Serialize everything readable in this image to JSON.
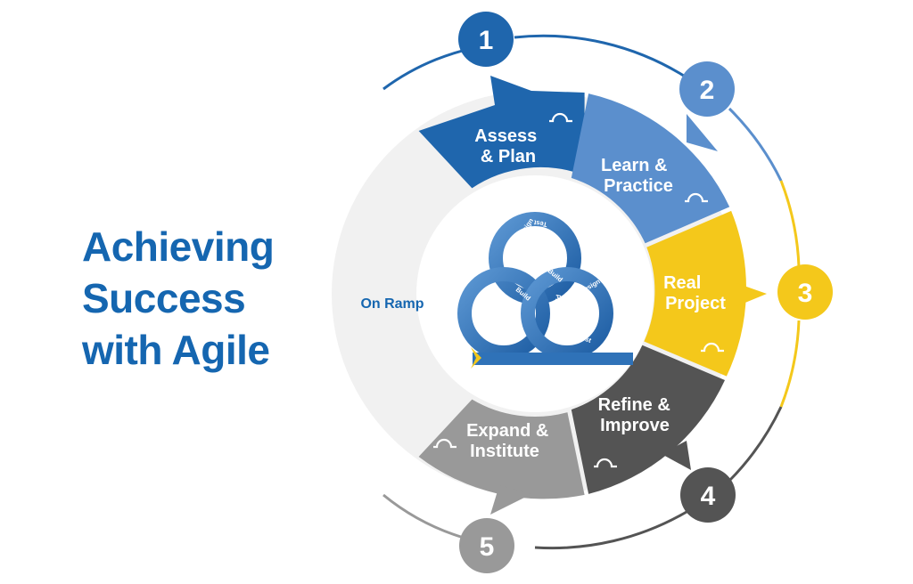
{
  "title_lines": [
    "Achieving",
    "Success",
    "with Agile"
  ],
  "on_ramp": "On Ramp",
  "phases": [
    {
      "number": "1",
      "label_lines": [
        "Assess",
        "& Plan"
      ],
      "color": "#1f66ad",
      "icon": "loop-icon"
    },
    {
      "number": "2",
      "label_lines": [
        "Learn &",
        "Practice"
      ],
      "color": "#5b8fcd",
      "icon": "loop-icon"
    },
    {
      "number": "3",
      "label_lines": [
        "Real",
        "Project"
      ],
      "color": "#f4c81b",
      "icon": "loop-icon"
    },
    {
      "number": "4",
      "label_lines": [
        "Refine &",
        "Improve"
      ],
      "color": "#545454",
      "icon": "loop-icon"
    },
    {
      "number": "5",
      "label_lines": [
        "Expand &",
        "Institute"
      ],
      "color": "#999999",
      "icon": "loop-icon"
    }
  ],
  "cycle_words": [
    "Design",
    "Build",
    "Test"
  ],
  "colors": {
    "title": "#1566b0",
    "ring_bg": "#f1f1f1",
    "center_blue": "#2f72b8"
  }
}
